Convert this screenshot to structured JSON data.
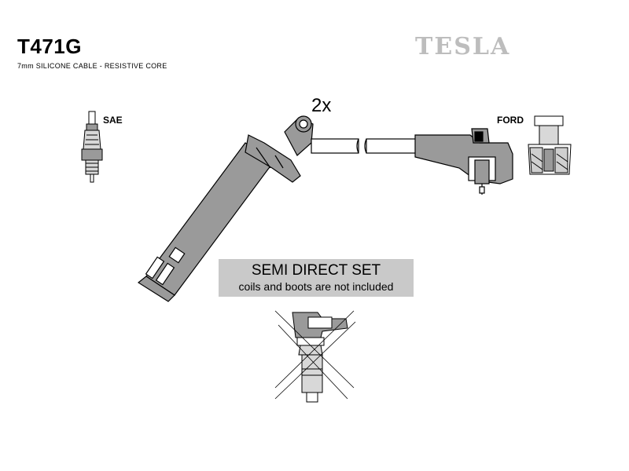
{
  "header": {
    "part_number": "T471G",
    "cable_description": "7mm SILICONE CABLE - RESISTIVE CORE",
    "brand": "TESLA"
  },
  "labels": {
    "left_connector": "SAE",
    "right_connector": "FORD",
    "quantity": "2x"
  },
  "note": {
    "title": "SEMI DIRECT SET",
    "subtitle": "coils and boots are not included"
  },
  "colors": {
    "part_fill": "#9a9a9a",
    "note_box": "#c9c9c9",
    "brand_text": "#bdbdbd"
  }
}
